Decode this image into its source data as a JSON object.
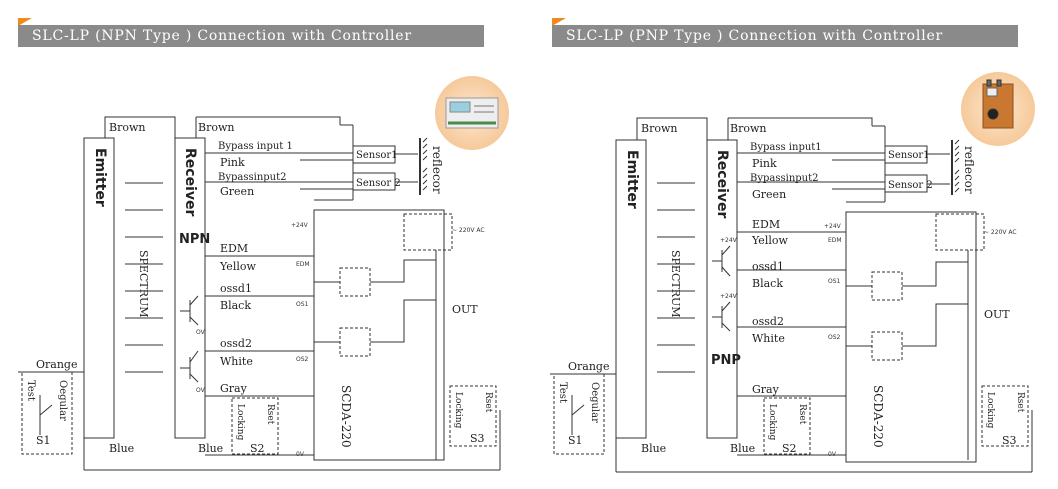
{
  "titles": {
    "npn": "SLC-LP (NPN Type ) Connection with Controller",
    "pnp": "SLC-LP (PNP Type ) Connection with Controller"
  },
  "colors": {
    "title_bg": "#8a8a8a",
    "accent": "#f08a1c",
    "line": "#333333"
  },
  "npn": {
    "brown_left": "Brown",
    "brown_right": "Brown",
    "emitter": "Emitter",
    "receiver": "Receiver",
    "spectrum": "SPECTRUM",
    "bypass1": "Bypass input 1",
    "pink": "Pink",
    "bypass2": "Bypassinput2",
    "green": "Green",
    "sensor1": "Sensor1",
    "sensor2": "Sensor 2",
    "reflector": "reflecor",
    "type_label": "NPN",
    "edm": "EDM",
    "yellow": "Yellow",
    "ossd1": "ossd1",
    "black": "Black",
    "ossd2": "ossd2",
    "white": "White",
    "gray": "Gray",
    "orange": "Orange",
    "blue_left": "Blue",
    "blue_right": "Blue",
    "test": "Test",
    "oegular": "Oegular",
    "s1": "S1",
    "locking": "Locking",
    "rset": "Rset",
    "s2": "S2",
    "s3": "S3",
    "out": "OUT",
    "scda": "SCDA-220",
    "v24": "+24V",
    "edm_small": "EDM",
    "os1": "OS1",
    "os2": "OS2",
    "ov": "0V",
    "ov_t": "OV",
    "ac_label": "~ 220V AC"
  },
  "pnp": {
    "brown_left": "Brown",
    "brown_right": "Brown",
    "emitter": "Emitter",
    "receiver": "Receiver",
    "spectrum": "SPECTRUM",
    "bypass1": "Bypass input1",
    "pink": "Pink",
    "bypass2": "Bypassinput2",
    "green": "Green",
    "sensor1": "Sensor1",
    "sensor2": "Sensor 2",
    "reflector": "reflecor",
    "type_label": "PNP",
    "edm": "EDM",
    "yellow": "Yellow",
    "ossd1": "ossd1",
    "black": "Black",
    "ossd2": "ossd2",
    "white": "White",
    "gray": "Gray",
    "orange": "Orange",
    "blue_left": "Blue",
    "blue_right": "Blue",
    "test": "Test",
    "oegular": "Oegular",
    "s1": "S1",
    "locking": "Locking",
    "rset": "Rset",
    "s2": "S2",
    "s3": "S3",
    "out": "OUT",
    "scda": "SCDA-220",
    "v24": "+24V",
    "edm_small": "EDM",
    "os1": "OS1",
    "os2": "OS2",
    "ov": "0V",
    "ac_label": "~ 220V AC"
  }
}
